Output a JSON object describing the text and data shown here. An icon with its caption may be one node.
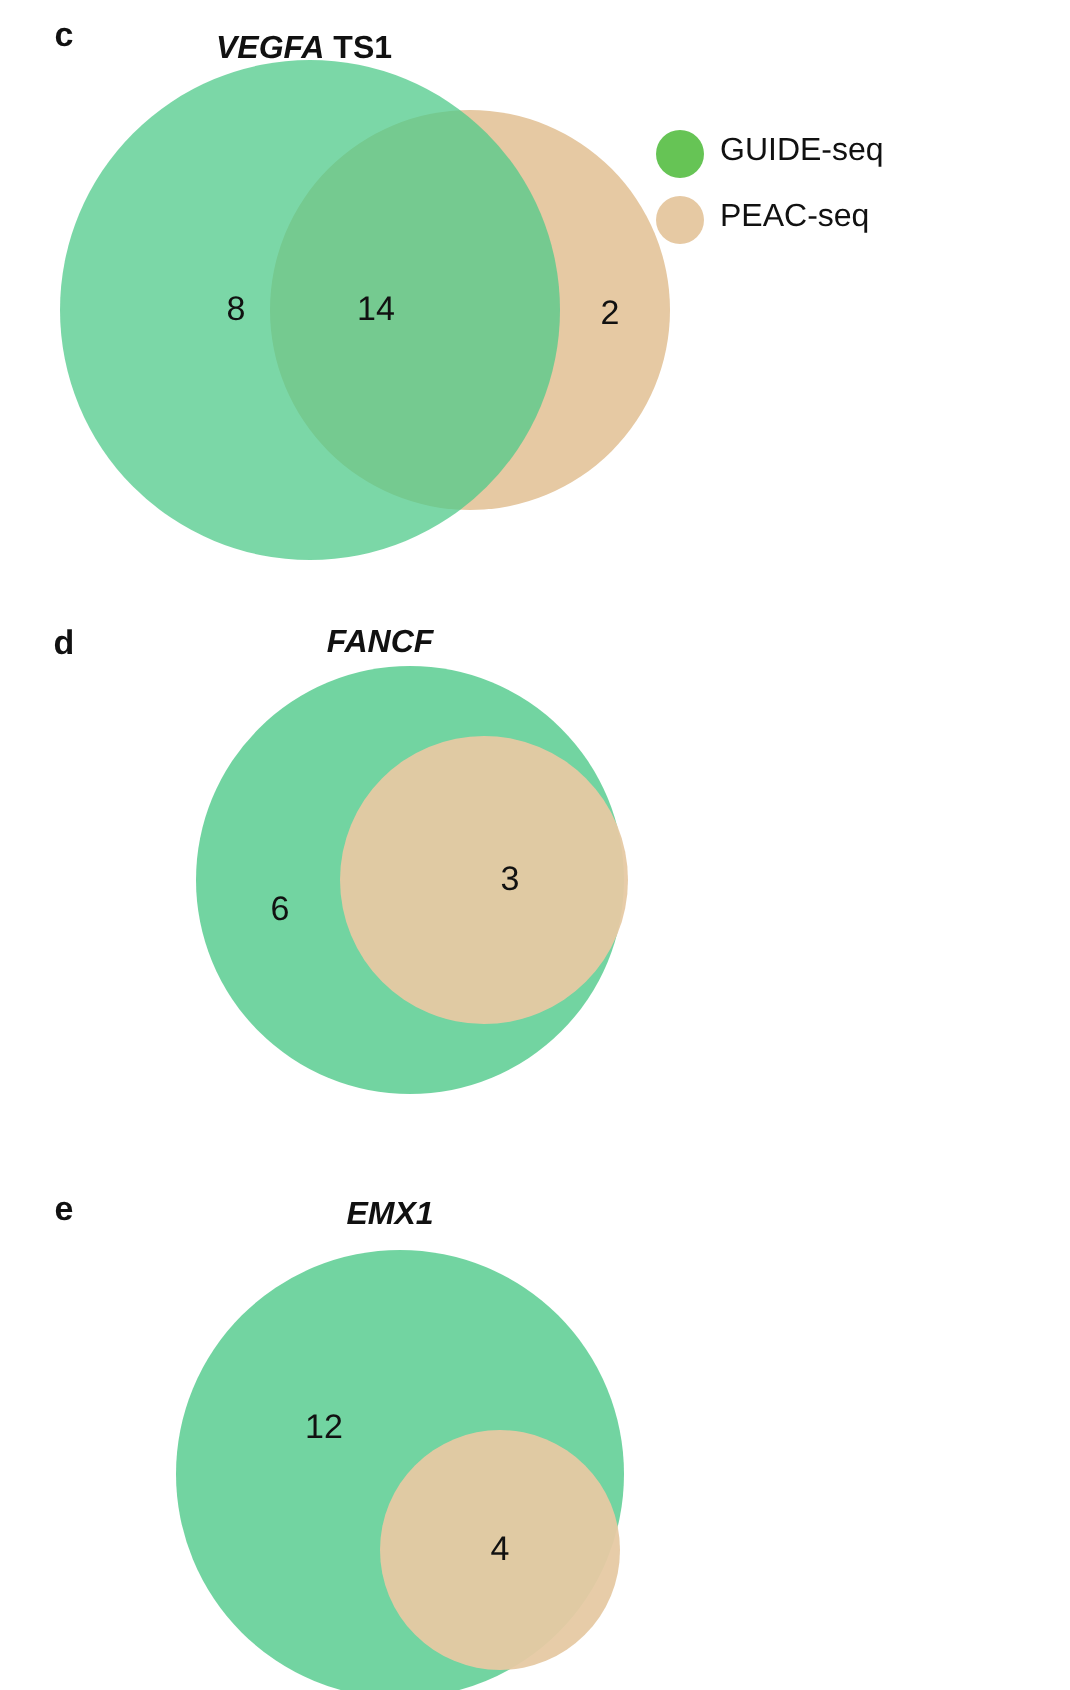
{
  "diagram": {
    "labels": [
      "c",
      "*VEGFA* TS1",
      "8",
      "14",
      "2",
      "d",
      "FANCF",
      "6",
      "3",
      "e",
      "EMX1",
      "12",
      "4"
    ],
    "legend": [
      {
        "text": "GUIDE-seq",
        "color": "#66c455"
      },
      {
        "text": "PEAC-seq",
        "color": "#e6c9a3"
      }
    ]
  }
}
